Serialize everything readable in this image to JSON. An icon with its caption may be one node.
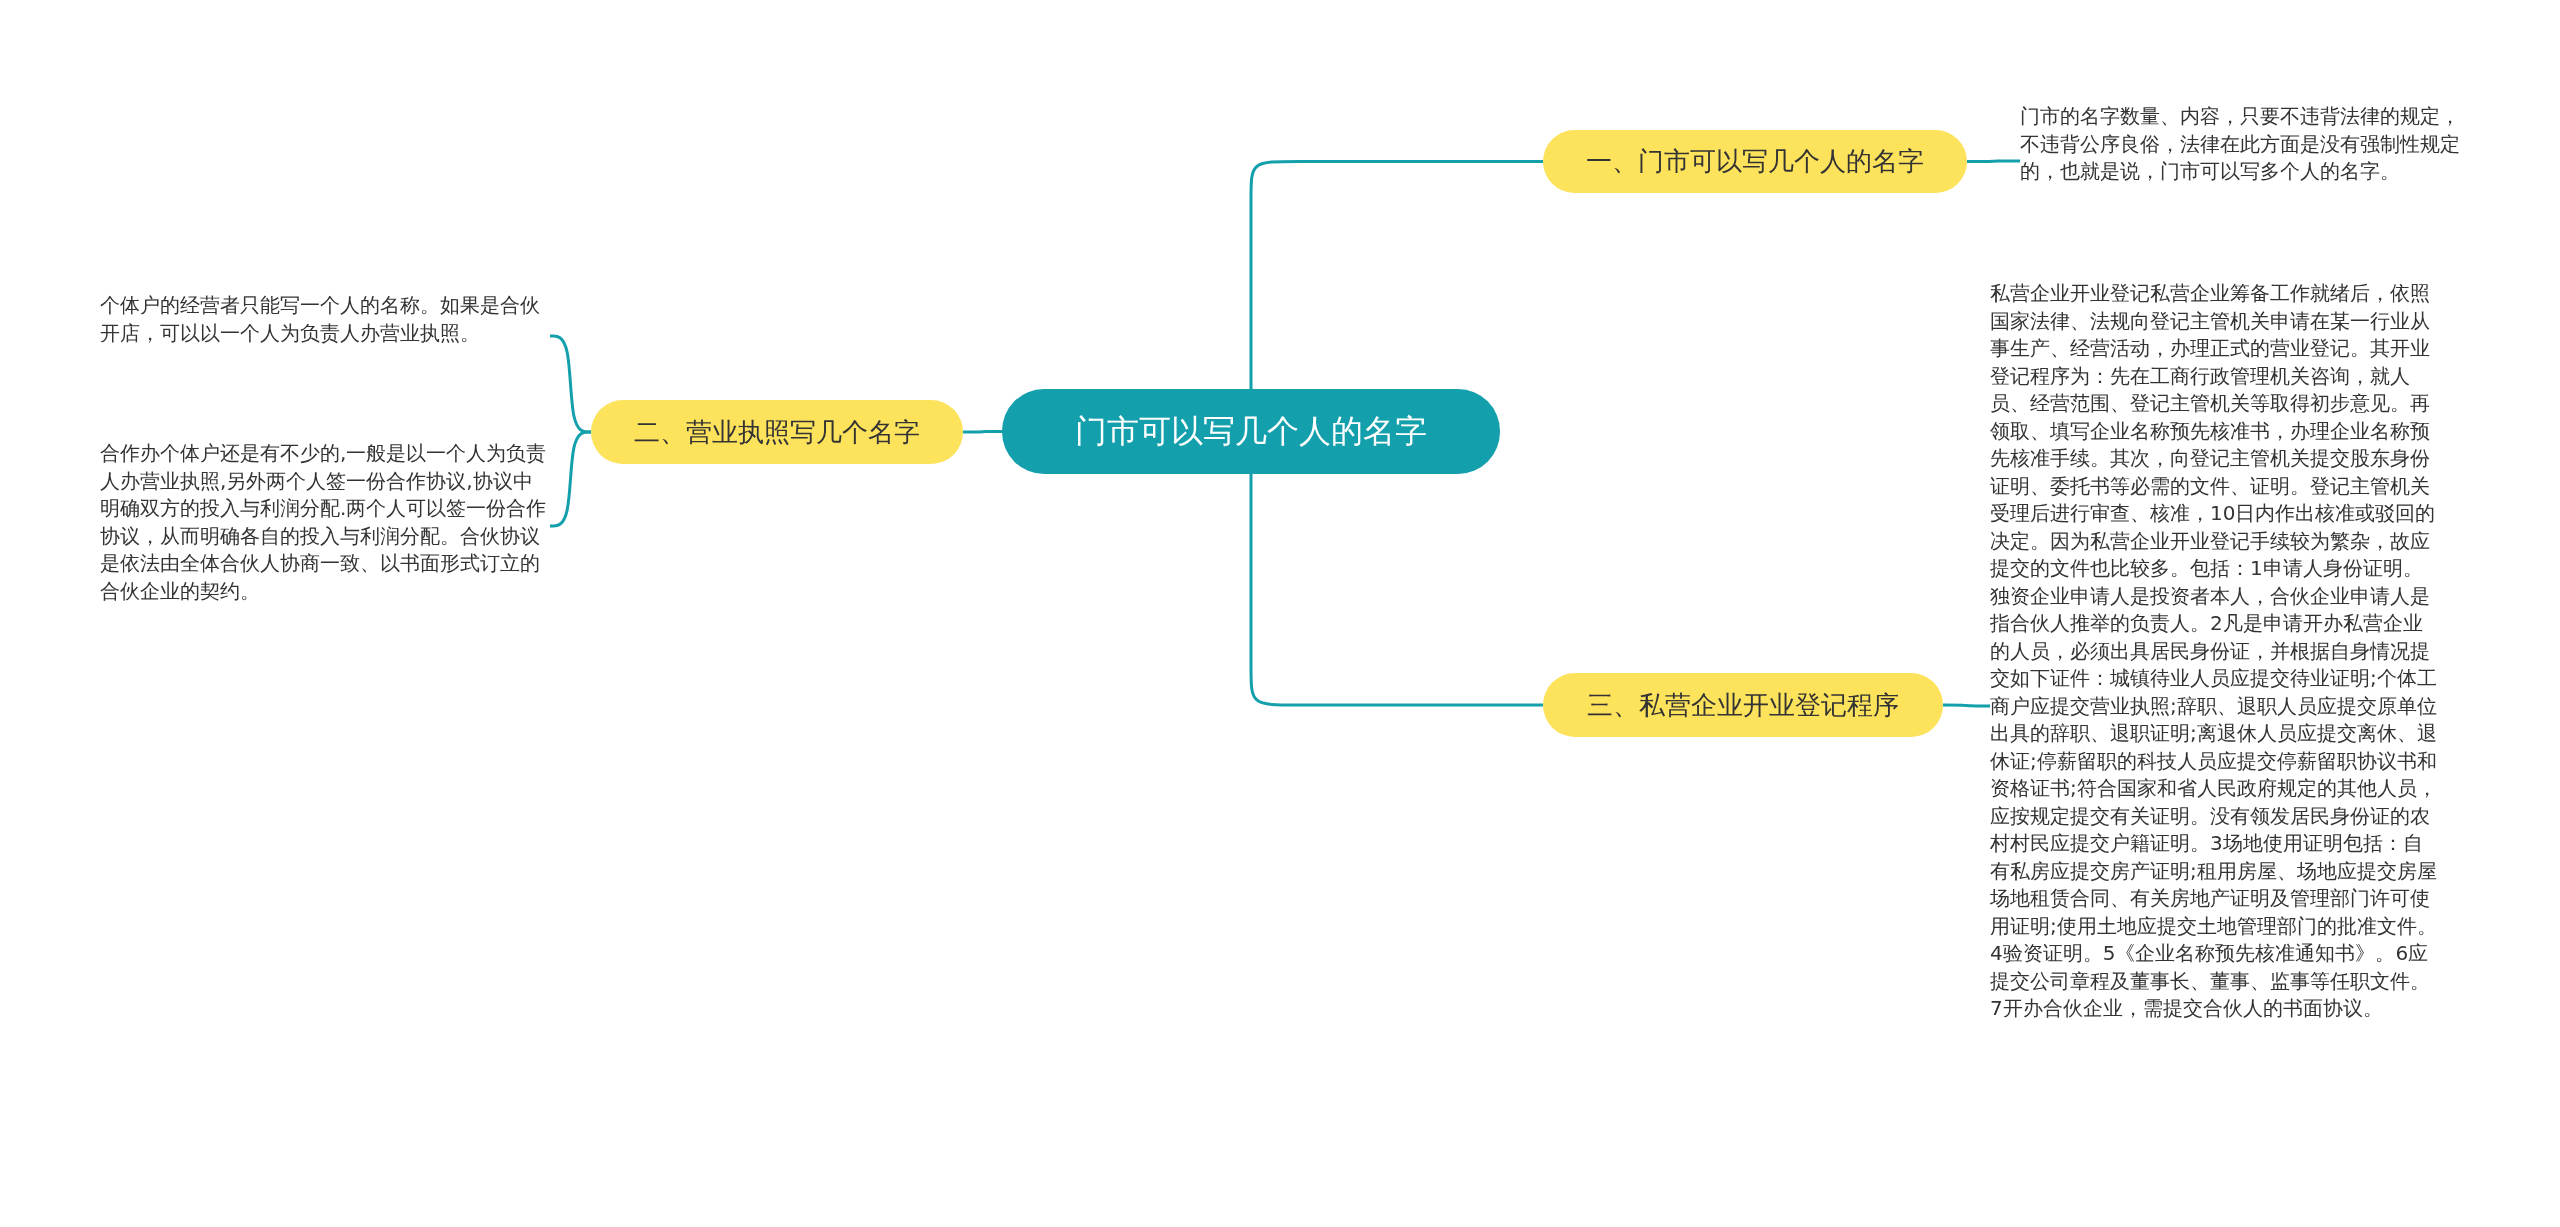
{
  "diagram": {
    "nodes": [
      {
        "text": [
          "门市可以写几个人的名字"
        ]
      },
      {
        "text": [
          "一、门市可以写几个人的名字"
        ]
      },
      {
        "text": [
          "门市的名字数量、内容，只要不违背法律的规定，不违背公序良俗，法律在此方面是没有强制性规定的，也就是说，门市可以写多个人的名字。"
        ]
      },
      {
        "text": [
          "二、营业执照写几个名字"
        ]
      },
      {
        "text": [
          "个体户的经营者只能写一个人的名称。如果是合伙开店，可以以一个人为负责人办营业执照。"
        ]
      },
      {
        "text": [
          "合作办个体户还是有不少的,一般是以一个人为负责人办营业执照,另外两个人签一份合作协议,协议中明确双方的投入与利润分配.两个人可以签一份合作协议，从而明确各自的投入与利润分配。合伙协议是依法由全体合伙人协商一致、以书面形式订立的合伙企业的契约。"
        ]
      },
      {
        "text": [
          "三、私营企业开业登记程序"
        ]
      },
      {
        "text": [
          "私营企业开业登记私营企业筹备工作就绪后，依照国家法律、法规向登记主管机关申请在某一行业从事生产、经营活动，办理正式的营业登记。其开业登记程序为：先在工商行政管理机关咨询，就人员、经营范围、登记主管机关等取得初步意见。再领取、填写企业名称预先核准书，办理企业名称预先核准手续。其次，向登记主管机关提交股东身份证明、委托书等必需的文件、证明。登记主管机关受理后进行审查、核准，10日内作出核准或驳回的决定。因为私营企业开业登记手续较为繁杂，故应提交的文件也比较多。包括：1申请人身份证明。独资企业申请人是投资者本人，合伙企业申请人是指合伙人推举的负责人。2凡是申请开办私营企业的人员，必须出具居民身份证，并根据自身情况提交如下证件：城镇待业人员应提交待业证明;个体工商户应提交营业执照;辞职、退职人员应提交原单位出具的辞职、退职证明;离退休人员应提交离休、退休证;停薪留职的科技人员应提交停薪留职协议书和资格证书;符合国家和省人民政府规定的其他人员，应按规定提交有关证明。没有领发居民身份证的农村村民应提交户籍证明。3场地使用证明包括：自有私房应提交房产证明;租用房屋、场地应提交房屋场地租赁合同、有关房地产证明及管理部门许可使用证明;使用土地应提交土地管理部门的批准文件。4验资证明。5《企业名称预先核准通知书》。6应提交公司章程及董事长、董事、监事等任职文件。7开办合伙企业，需提交合伙人的书面协议。"
        ]
      }
    ],
    "edges": [
      {
        "from": 0,
        "to": 1,
        "arrow": "none"
      },
      {
        "from": 1,
        "to": 2,
        "arrow": "none"
      },
      {
        "from": 0,
        "to": 3,
        "arrow": "none"
      },
      {
        "from": 3,
        "to": 4,
        "arrow": "none"
      },
      {
        "from": 3,
        "to": 5,
        "arrow": "none"
      },
      {
        "from": 0,
        "to": 6,
        "arrow": "none"
      },
      {
        "from": 6,
        "to": 7,
        "arrow": "none"
      }
    ]
  }
}
